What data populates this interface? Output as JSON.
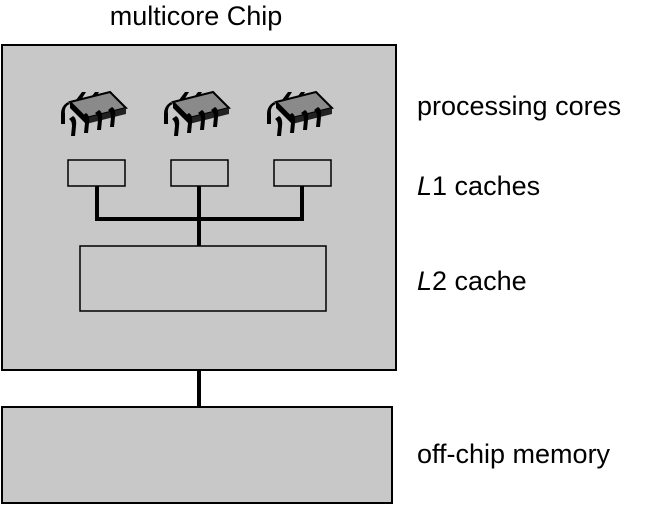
{
  "diagram": {
    "title": "multicore Chip",
    "labels": {
      "cores": "processing cores",
      "l1_prefix": "L",
      "l1_suffix": "1 caches",
      "l2_prefix": "L",
      "l2_suffix": "2 cache",
      "memory": "off-chip memory"
    },
    "core_icon": "chip-icon",
    "core_count": 3,
    "colors": {
      "chip_fill": "#c8c8c8",
      "memory_fill": "#c8c8c8",
      "cache_fill": "#c8c8c8",
      "stroke": "#000000"
    }
  }
}
